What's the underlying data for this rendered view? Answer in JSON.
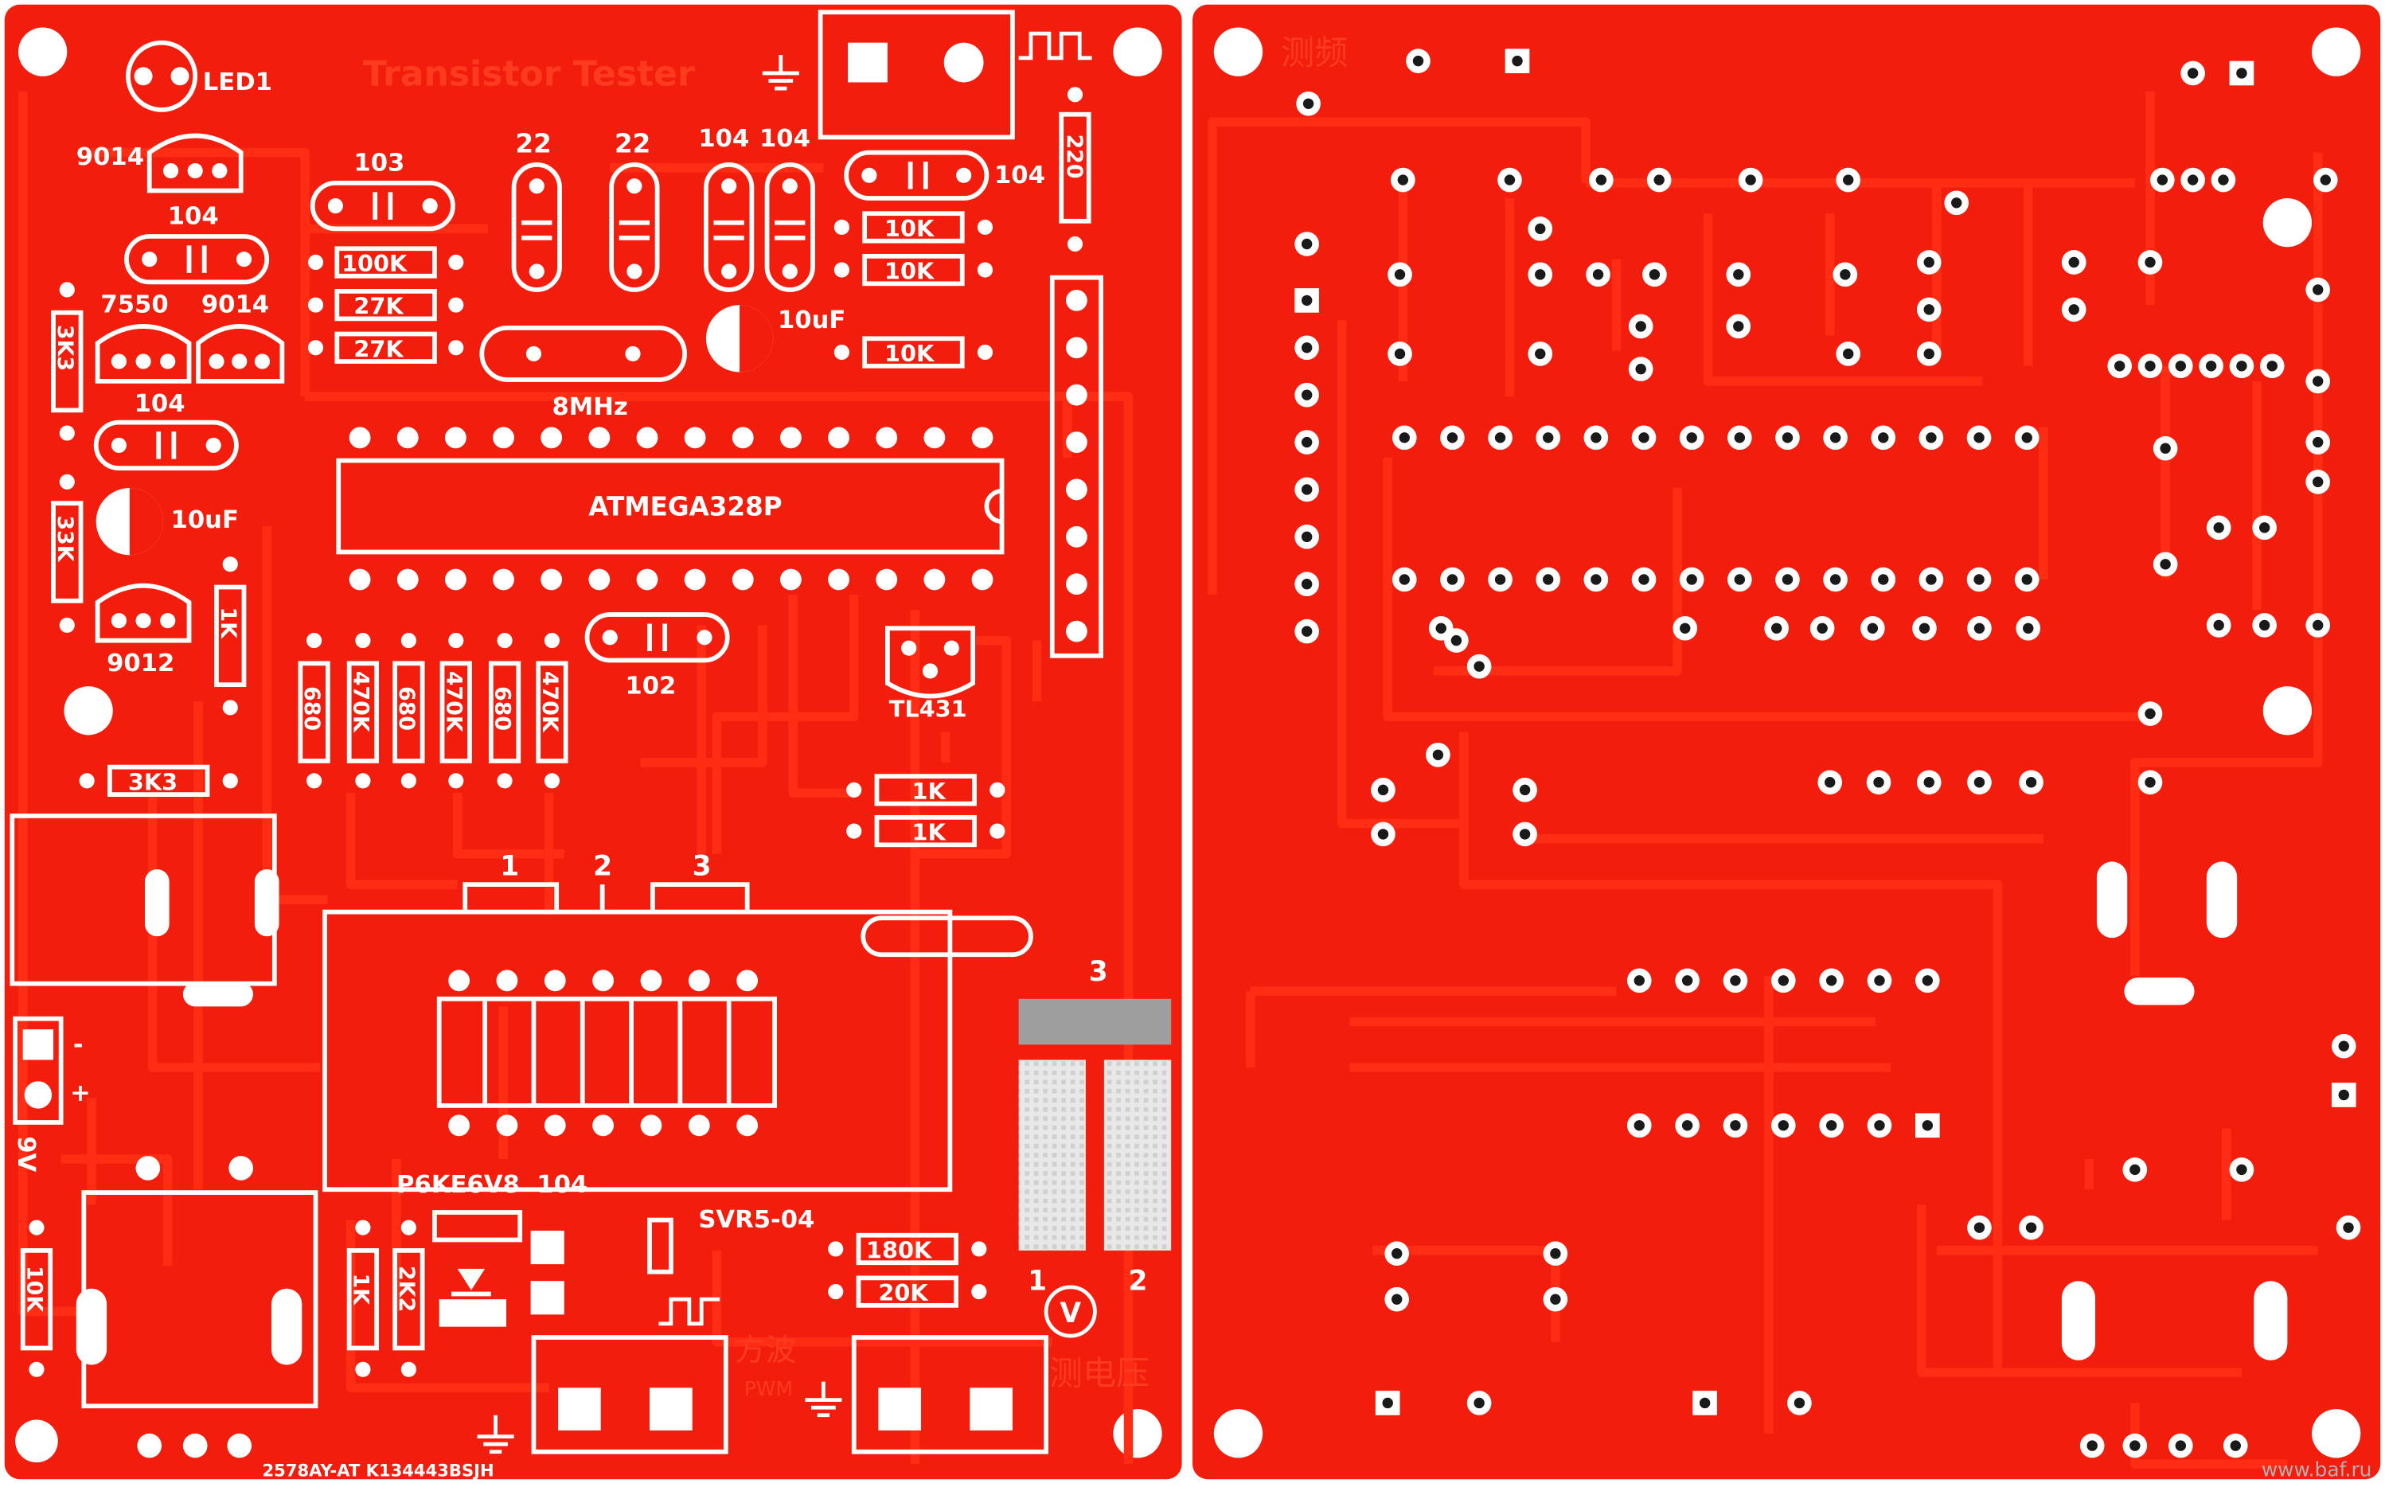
{
  "colors": {
    "board": "#f21d0c",
    "trace": "#ff2a14",
    "silk": "#ffffff",
    "pad": "#ffffff",
    "hole": "#1a1a1a",
    "background": "#ffffff"
  },
  "front": {
    "title": "Transistor Tester",
    "led": "LED1",
    "mcu": "ATMEGA328P",
    "crystal": "8MHz",
    "batt_label": "9V",
    "batt_minus": "-",
    "batt_plus": "+",
    "transistors": [
      "9014",
      "7550",
      "9014",
      "9012"
    ],
    "caps": [
      "103",
      "104",
      "104",
      "22",
      "22",
      "104",
      "104",
      "104",
      "102",
      "10uF",
      "10uF"
    ],
    "resistors": [
      "100K",
      "27K",
      "27K",
      "10K",
      "10K",
      "10K",
      "220",
      "3K3",
      "33K",
      "3K3",
      "1K",
      "680",
      "470K",
      "680",
      "470K",
      "680",
      "470K",
      "1K",
      "1K",
      "180K",
      "20K",
      "10K",
      "1K",
      "2K2"
    ],
    "ref_431": "TL431",
    "pins": [
      "1",
      "2",
      "3"
    ],
    "tvs": "P6KE6V8",
    "cap_small": "104",
    "svr": "SVR5-04",
    "pwm_cn": "方波",
    "pwm_en": "PWM",
    "volt_cn": "测电压",
    "volt_symbol": "V",
    "num_3": "3",
    "num_1": "1",
    "num_2": "2",
    "serial": "2578AY-AT  K134443BSJH"
  },
  "back": {
    "freq_cn": "测频",
    "watermark": "www.baf.ru"
  }
}
